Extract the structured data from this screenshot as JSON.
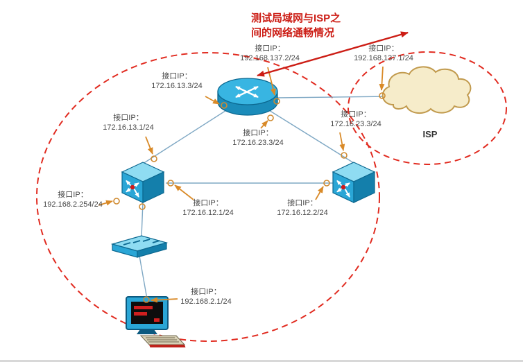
{
  "annotation": {
    "line1": "测试局域网与ISP之",
    "line2": "间的网络通畅情况"
  },
  "isp": {
    "label": "ISP"
  },
  "interface_labels": [
    {
      "device": "router-wan-interface",
      "title": "接口IP：",
      "ip": "192.168.137.2/24"
    },
    {
      "device": "isp-interface",
      "title": "接口IP：",
      "ip": "192.168.137.1/24"
    },
    {
      "device": "router-interface-to-left-switch",
      "title": "接口IP：",
      "ip": "172.16.13.3/24"
    },
    {
      "device": "left-switch-uplink-interface",
      "title": "接口IP：",
      "ip": "172.16.13.1/24"
    },
    {
      "device": "router-interface-to-right-switch",
      "title": "接口IP：",
      "ip": "172.16.23.3/24"
    },
    {
      "device": "right-switch-uplink-interface",
      "title": "接口IP：",
      "ip": "172.16.23.3/24"
    },
    {
      "device": "left-switch-lan-interface",
      "title": "接口IP：",
      "ip": "192.168.2.254/24"
    },
    {
      "device": "left-switch-trunk-interface",
      "title": "接口IP：",
      "ip": "172.16.12.1/24"
    },
    {
      "device": "right-switch-trunk-interface",
      "title": "接口IP：",
      "ip": "172.16.12.2/24"
    },
    {
      "device": "pc-interface",
      "title": "接口IP：",
      "ip": "192.168.2.1/24"
    }
  ],
  "icons": [
    "router-icon",
    "switch-left-icon",
    "switch-right-icon",
    "access-switch-icon",
    "pc-icon",
    "isp-cloud-icon"
  ],
  "colors": {
    "annotation_red": "#cc1d15",
    "boundary_red": "#e12b20",
    "pointer_orange": "#d98a28",
    "link_blue": "#7fa8c4",
    "device_cyan": "#2aa6d6",
    "cloud_fill": "#f6ecca",
    "cloud_stroke": "#c19a4d"
  }
}
